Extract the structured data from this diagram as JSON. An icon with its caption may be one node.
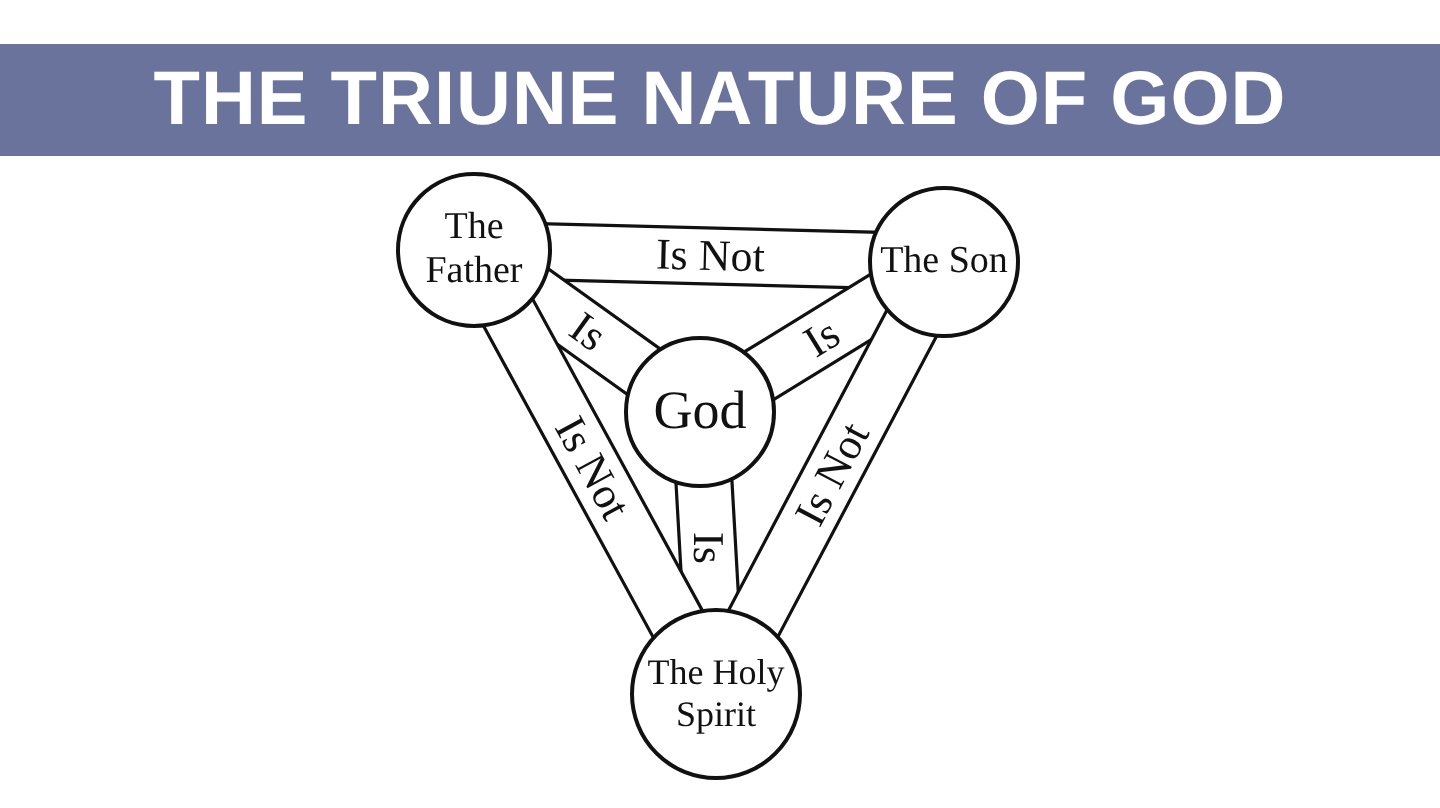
{
  "diagram": {
    "title": "THE TRIUNE NATURE OF GOD",
    "nodes": [
      {
        "text": [
          "The Father"
        ]
      },
      {
        "text": [
          "The Son"
        ]
      },
      {
        "text": [
          "God"
        ]
      },
      {
        "text": [
          "The Holy Spirit"
        ]
      }
    ],
    "edges": [
      {
        "from": 0,
        "to": 1,
        "arrow": "none",
        "label": "Is Not"
      },
      {
        "from": 0,
        "to": 2,
        "arrow": "none",
        "label": "Is"
      },
      {
        "from": 1,
        "to": 2,
        "arrow": "none",
        "label": "Is"
      },
      {
        "from": 2,
        "to": 3,
        "arrow": "none",
        "label": "Is"
      },
      {
        "from": 0,
        "to": 3,
        "arrow": "none",
        "label": "Is Not"
      },
      {
        "from": 1,
        "to": 3,
        "arrow": "none",
        "label": "Is Not"
      }
    ]
  }
}
